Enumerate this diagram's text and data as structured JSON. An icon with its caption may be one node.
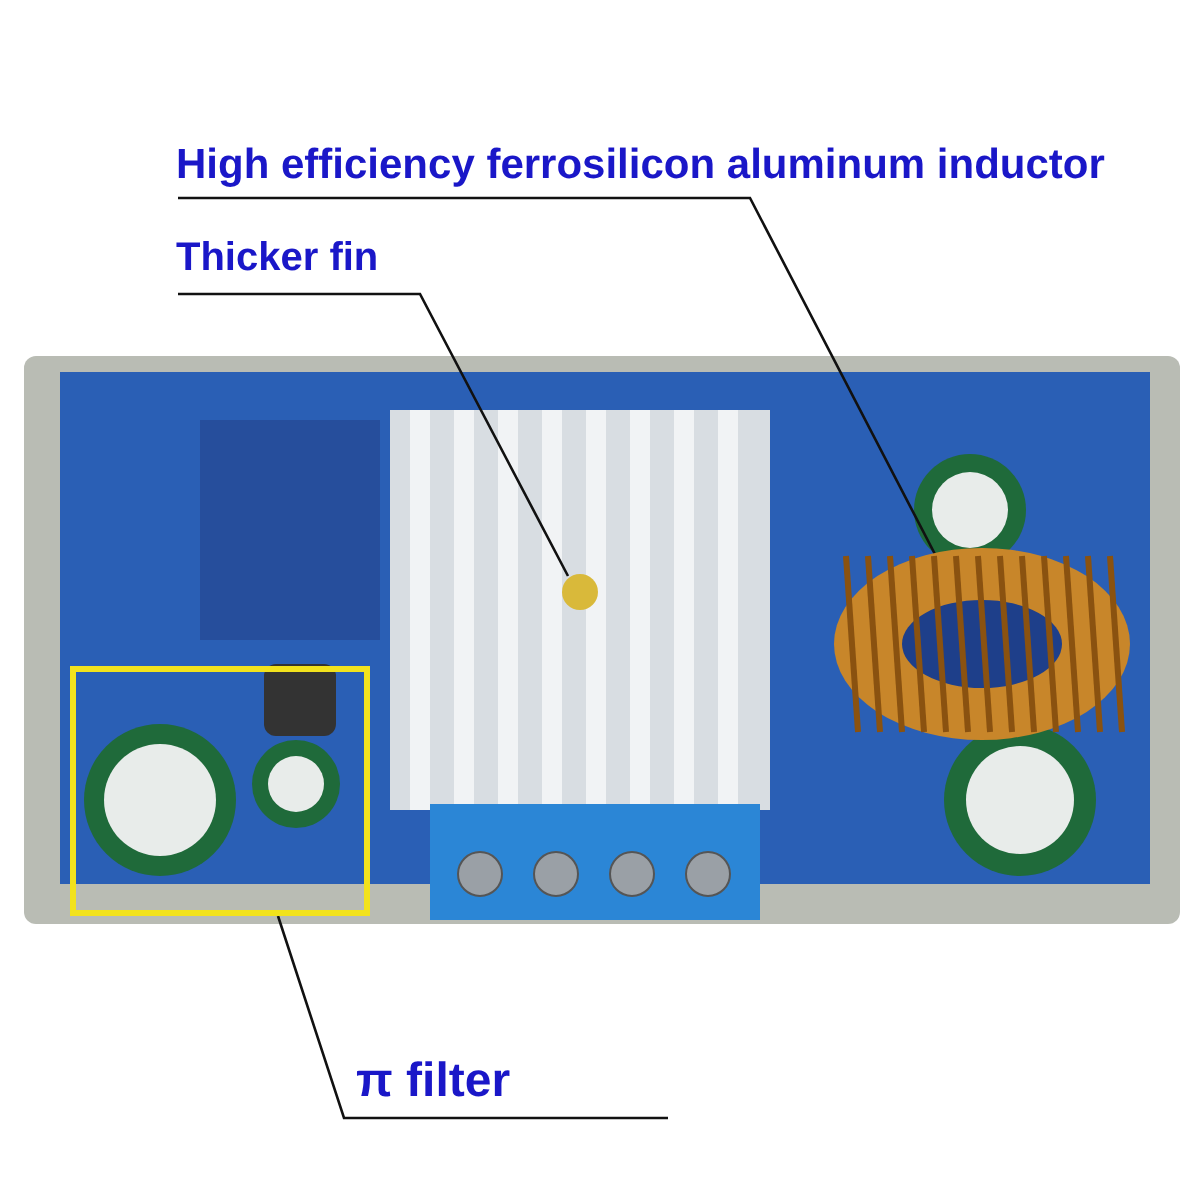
{
  "diagram": {
    "nodes": [
      {
        "text": [
          "High efficiency ferrosilicon aluminum inductor"
        ]
      },
      {
        "text": [
          "Thicker fin"
        ]
      },
      {
        "text": [
          "π filter"
        ]
      },
      {
        "text": [],
        "shape": "picture"
      },
      {
        "text": [],
        "shape": "circle"
      },
      {
        "text": [],
        "shape": "box"
      }
    ],
    "edges": [
      {
        "from": 0,
        "to": 3,
        "arrow": "none"
      },
      {
        "from": 1,
        "to": 4,
        "arrow": "none"
      },
      {
        "from": 2,
        "to": 5,
        "arrow": "none"
      }
    ]
  }
}
